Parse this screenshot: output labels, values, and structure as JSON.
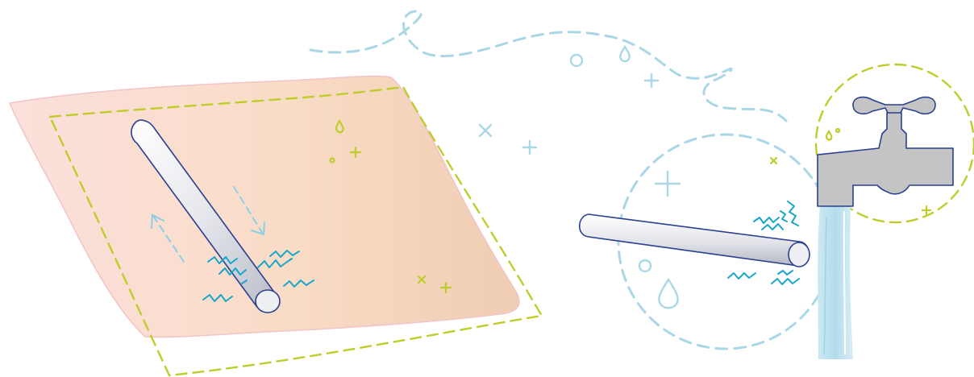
{
  "scene": {
    "colors": {
      "cloth_light": "#fbe2da",
      "cloth_dark": "#f2cfb4",
      "rod_outline": "#2a3f8f",
      "rod_fill": "#e8e9ee",
      "tap_fill": "#c4c4c4",
      "water": "#bfe3ef",
      "dash_blue": "#a9d7e6",
      "dash_green": "#bfcd2a",
      "zigzag": "#1aa6c9"
    },
    "elements": [
      "cloth",
      "rod-on-cloth",
      "rod-near-tap",
      "water-tap",
      "water-stream"
    ]
  }
}
